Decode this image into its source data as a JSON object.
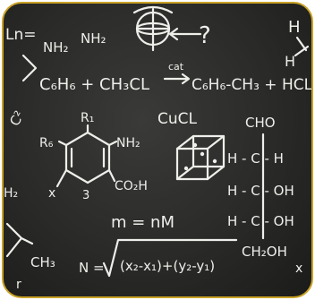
{
  "chalk": {
    "colors": {
      "chalk": "#eeeeea",
      "board": "#2a2a28",
      "frame_border": "#c9a227"
    },
    "top_left_formula": "Ln=",
    "nh2_a": "NH₂",
    "nh2_b": "NH₂",
    "reaction_reactants": "C₆H₆ + CH₃CL",
    "reaction_catalyst": "cat",
    "reaction_products": "C₆H₆-CH₃ + HCL",
    "right_h_top": "H",
    "right_h_mid": "H",
    "catalyst_formula": "CuCL",
    "left_top_partial": "C²",
    "ring_r1": "R₁",
    "ring_r6": "R₆",
    "ring_nh2": "NH₂",
    "ring_x": "x",
    "ring_3": "3",
    "ring_co2h": "CO₂H",
    "sugar_cho": "CHO",
    "sugar_row1": "H - C - H",
    "sugar_row2": "H - C - OH",
    "sugar_row3": "H - C - OH",
    "sugar_ch2oh": "CH₂OH",
    "left_h2": "H₂",
    "left_ch3": "CH₃",
    "left_r": "r",
    "mass_formula": "m = nM",
    "sqrt_formula_prefix": "N =",
    "sqrt_formula_body": "(x₂-x₁)+(y₂-y₁)",
    "right_x": "x",
    "question_mark": "?"
  }
}
